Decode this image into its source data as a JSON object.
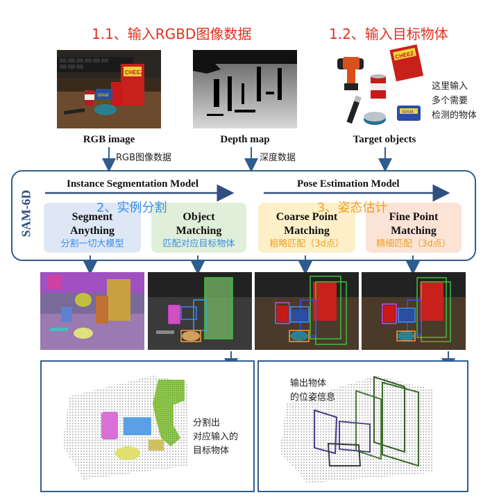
{
  "titles": {
    "input_rgbd": "1.1、输入RGBD图像数据",
    "input_objects": "1.2、输入目标物体"
  },
  "inputs": {
    "rgb_caption": "RGB image",
    "rgb_note": "RGB图像数据",
    "depth_caption": "Depth map",
    "depth_note": "深度数据",
    "target_caption": "Target objects",
    "target_note": [
      "这里输入",
      "多个需要",
      "检测的物体"
    ]
  },
  "model": {
    "name": "SAM-6D",
    "instance_seg_label": "Instance Segmentation Model",
    "pose_est_label": "Pose Estimation Model",
    "step2_label": "2、实例分割",
    "step3_label": "3、姿态估计"
  },
  "modules": [
    {
      "title_line1": "Segment",
      "title_line2": "Anything",
      "subtitle": "分割一切大模型",
      "bg": "#dde7f5",
      "sub_color": "#3a8ee6"
    },
    {
      "title_line1": "Object",
      "title_line2": "Matching",
      "subtitle": "匹配对应目标物体",
      "bg": "#e0efd9",
      "sub_color": "#3a8ee6"
    },
    {
      "title_line1": "Coarse Point",
      "title_line2": "Matching",
      "subtitle": "粗略匹配（3d点）",
      "bg": "#fdf0c8",
      "sub_color": "#f0a020"
    },
    {
      "title_line1": "Fine Point",
      "title_line2": "Matching",
      "subtitle": "精细匹配（3d点）",
      "bg": "#fbe3d6",
      "sub_color": "#f0a020"
    }
  ],
  "outputs": {
    "seg_note": [
      "分割出",
      "对应输入的",
      "目标物体"
    ],
    "pose_note": [
      "输出物体",
      "的位姿信息"
    ]
  },
  "colors": {
    "accent_red": "#e0301e",
    "frame_blue": "#2f5c8f",
    "step_blue": "#3a8ee6",
    "step_orange": "#f0a020"
  }
}
